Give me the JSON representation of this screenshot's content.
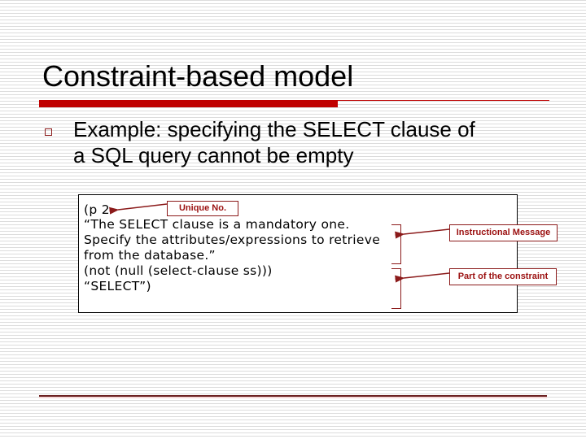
{
  "slide": {
    "title": "Constraint-based model",
    "bullet": {
      "icon": "hollow-square-bullet",
      "lines": [
        "Example: specifying the SELECT clause of",
        "a SQL query cannot be empty"
      ]
    },
    "code_box": {
      "lines": [
        "(p 2",
        "“The SELECT clause is a mandatory one.",
        "Specify the attributes/expressions to retrieve",
        "from the database.”",
        "(not (null (select-clause ss)))",
        "“SELECT”)"
      ]
    },
    "annotations": {
      "unique_no": "Unique No.",
      "instructional_message": "Instructional Message",
      "part_of_constraint": "Part of the constraint"
    },
    "colors": {
      "accent_red": "#c00000",
      "annotation_red": "#9b1010",
      "stripe_grey": "#dcdcdc"
    }
  }
}
